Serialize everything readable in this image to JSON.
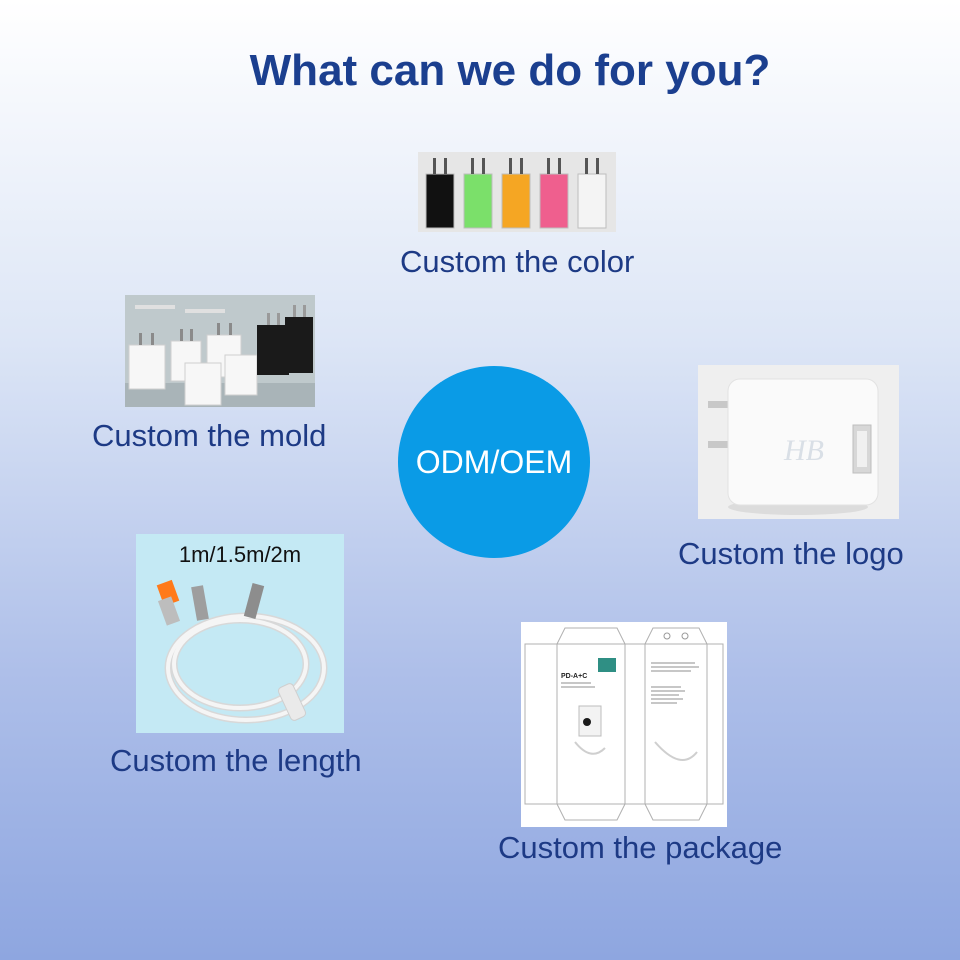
{
  "title": "What can we do for you?",
  "center": {
    "label": "ODM/OEM",
    "color": "#0a9be6"
  },
  "features": {
    "color": {
      "caption": "Custom the color",
      "swatches": [
        "#111111",
        "#7be06a",
        "#f5a623",
        "#ef5f8e",
        "#f4f4f4"
      ]
    },
    "mold": {
      "caption": "Custom the mold"
    },
    "logo": {
      "caption": "Custom the logo",
      "brand_mark": "HB"
    },
    "length": {
      "caption": "Custom the length",
      "length_options": "1m/1.5m/2m"
    },
    "package": {
      "caption": "Custom the package",
      "box_title": "PD-A+C"
    }
  }
}
